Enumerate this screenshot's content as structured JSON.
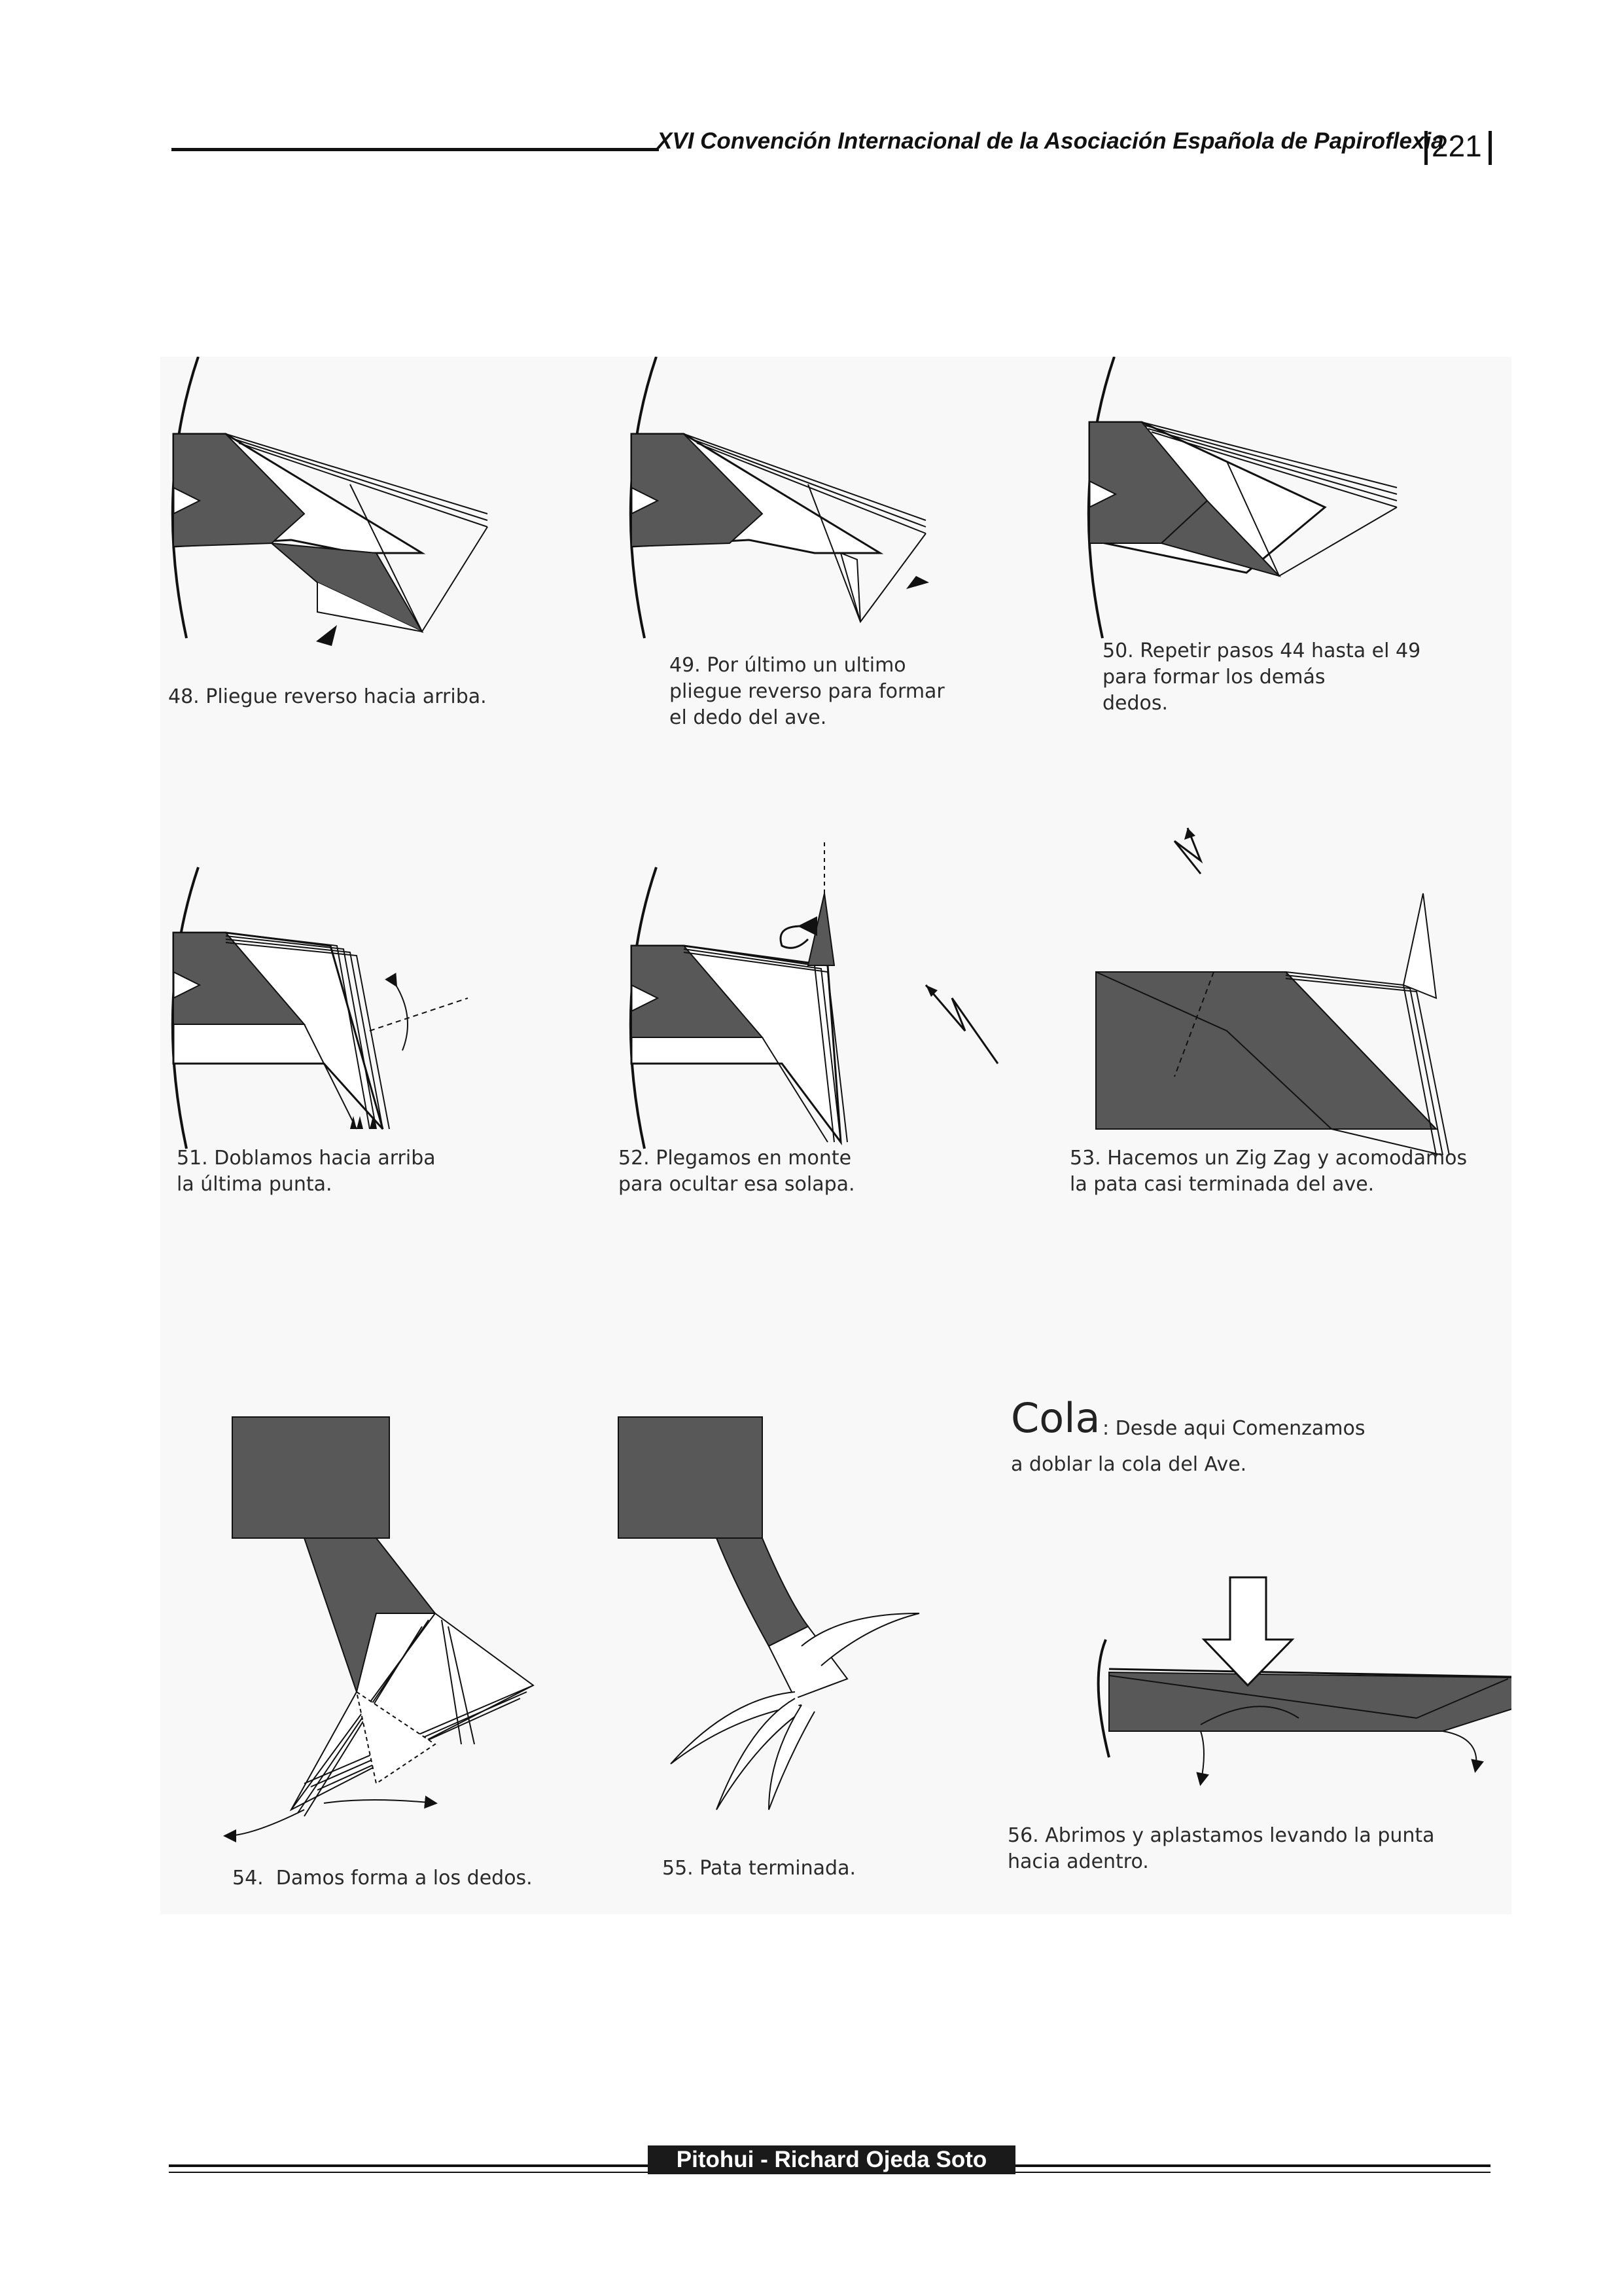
{
  "header": {
    "title": "XVI Convención Internacional de la Asociación Española de Papiroflexia",
    "page_number": "221"
  },
  "steps": [
    {
      "caption": "48. Pliegue reverso hacia arriba."
    },
    {
      "caption": "49. Por último un ultimo\npliegue reverso para formar\nel dedo del ave."
    },
    {
      "caption": "50. Repetir pasos 44 hasta el 49\npara formar los demás\ndedos."
    },
    {
      "caption": "51. Doblamos hacia arriba\nla última punta."
    },
    {
      "caption": "52. Plegamos en monte\npara ocultar esa solapa."
    },
    {
      "caption": "53. Hacemos un Zig Zag y acomodamos\nla pata casi terminada del ave."
    },
    {
      "caption": "54.  Damos forma a los dedos."
    },
    {
      "caption": "55. Pata terminada."
    },
    {
      "caption": "56. Abrimos y aplastamos levando la punta\nhacia adentro."
    }
  ],
  "cola": {
    "title": "Cola",
    "line1": ": Desde aqui Comenzamos",
    "line2": "a doblar la cola del Ave."
  },
  "footer": {
    "label": "Pitohui - Richard Ojeda Soto"
  },
  "colors": {
    "paper_dark": "#585858",
    "paper_light": "#ffffff",
    "ink": "#111111"
  }
}
